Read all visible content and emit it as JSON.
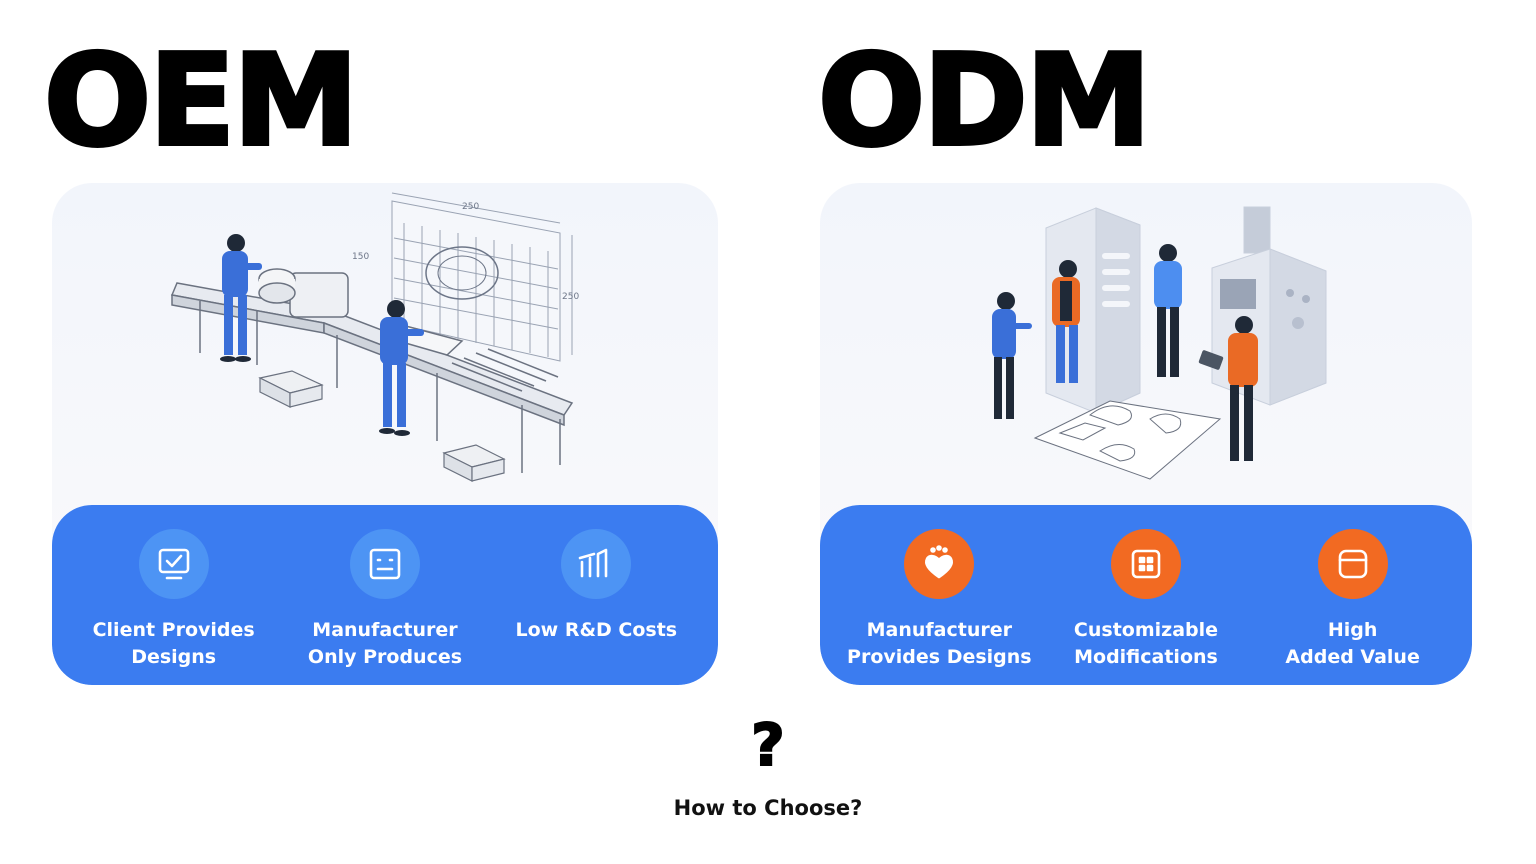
{
  "oem": {
    "title": "OEM",
    "features": [
      {
        "label": "Client Provides\nDesigns",
        "icon": "monitor-check-icon"
      },
      {
        "label": "Manufacturer\nOnly Produces",
        "icon": "machine-face-icon"
      },
      {
        "label": "Low R&D Costs",
        "icon": "bar-chart-icon"
      }
    ],
    "drawing_dims": [
      "250",
      "150",
      "250"
    ]
  },
  "odm": {
    "title": "ODM",
    "features": [
      {
        "label": "Manufacturer\nProvides Designs",
        "icon": "heart-sparkle-icon"
      },
      {
        "label": "Customizable\nModifications",
        "icon": "grid-icon"
      },
      {
        "label": "High\nAdded Value",
        "icon": "card-icon"
      }
    ]
  },
  "footer": {
    "symbol": "?",
    "question": "How to Choose?"
  },
  "colors": {
    "band_blue": "#3b7cf0",
    "icon_blue": "#4d94f4",
    "icon_orange": "#f26a22",
    "worker_blue": "#3a6fd8",
    "worker_orange": "#ea6a25"
  }
}
